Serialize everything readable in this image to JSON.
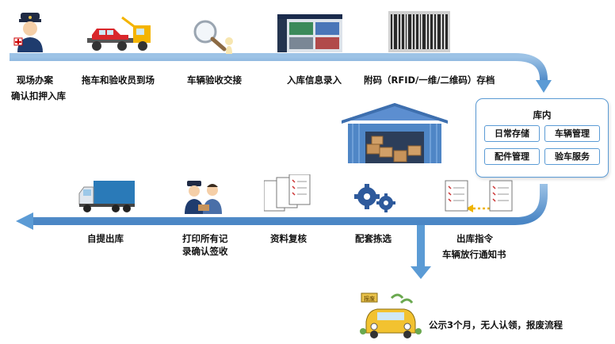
{
  "process_top": [
    {
      "id": "onsite",
      "label": "现场办案",
      "label2": "确认扣押入库",
      "icon": "police-officer-icon"
    },
    {
      "id": "towing",
      "label": "拖车和验收员到场",
      "icon": "tow-truck-icon"
    },
    {
      "id": "inspection",
      "label": "车辆验收交接",
      "icon": "magnifier-icon"
    },
    {
      "id": "entry",
      "label": "入库信息录入",
      "icon": "monitor-screen-icon"
    },
    {
      "id": "coding",
      "label": "附码（RFID/一维/二维码）存档",
      "icon": "barcode-icon"
    }
  ],
  "warehouse": {
    "title": "库内",
    "items": [
      "日常存储",
      "车辆管理",
      "配件管理",
      "验车服务"
    ],
    "icon": "warehouse-icon"
  },
  "process_bottom": [
    {
      "id": "release-order",
      "label": "出库指令",
      "label2": "车辆放行通知书",
      "icon": "documents-icon"
    },
    {
      "id": "picking",
      "label": "配套拣选",
      "icon": "gears-icon"
    },
    {
      "id": "review",
      "label": "资料复核",
      "icon": "documents-stack-icon"
    },
    {
      "id": "sign",
      "label": "打印所有记",
      "label2": "录确认签收",
      "icon": "officers-icon"
    },
    {
      "id": "pickup",
      "label": "自提出库",
      "icon": "cargo-truck-icon"
    }
  ],
  "disposal": {
    "label": "公示3个月，无人认领，报废流程",
    "icon": "scrap-car-icon"
  },
  "colors": {
    "flow": "#5b9bd5",
    "flow_light": "#9dc3e6",
    "box_border": "#5b9bd5",
    "dotted_arrow": "#f0b400"
  }
}
